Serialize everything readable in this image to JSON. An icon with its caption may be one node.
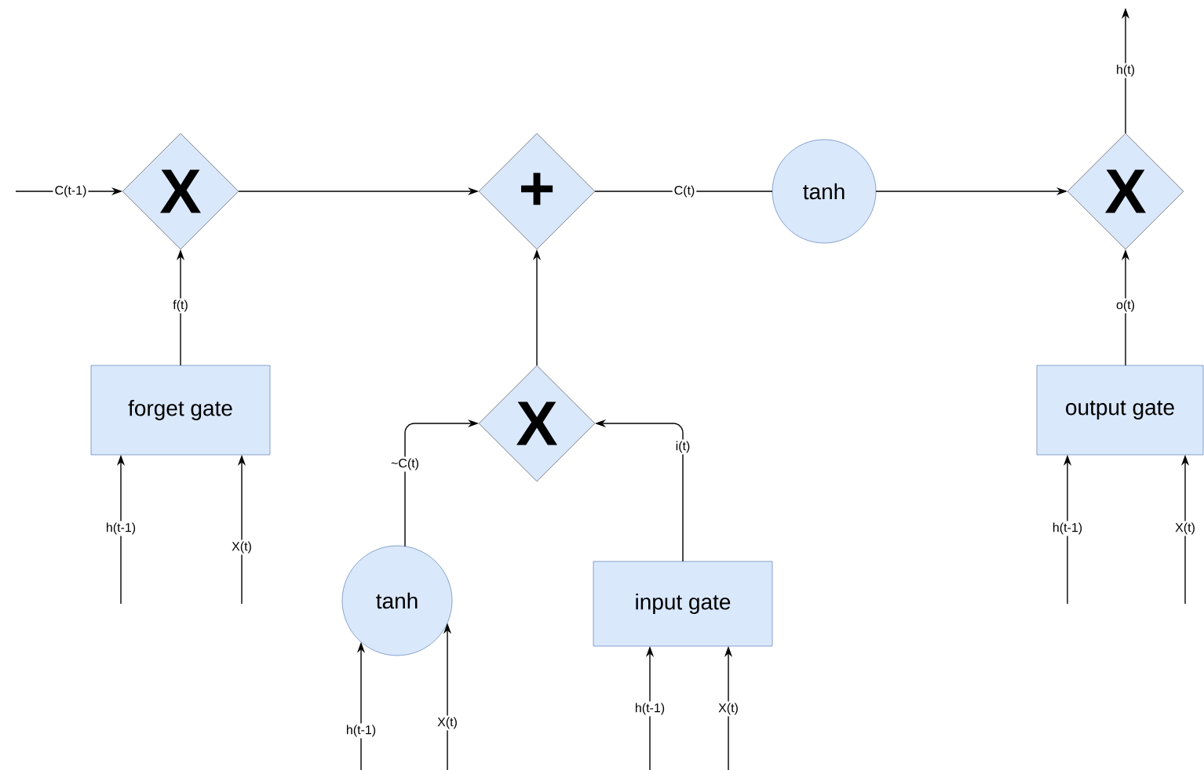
{
  "diagram": {
    "nodes": [
      {
        "text": [
          "X"
        ]
      },
      {
        "text": [
          "+"
        ]
      },
      {
        "text": [
          "tanh"
        ]
      },
      {
        "text": [
          "X"
        ]
      },
      {
        "text": [
          "forget gate"
        ]
      },
      {
        "text": [
          "X"
        ]
      },
      {
        "text": [
          "tanh"
        ]
      },
      {
        "text": [
          "input gate"
        ]
      },
      {
        "text": [
          "output gate"
        ]
      }
    ],
    "edges": [
      {
        "from": null,
        "to": 0,
        "arrow": "to",
        "label": "C(t-1)"
      },
      {
        "from": 4,
        "to": 0,
        "arrow": "to",
        "label": "f(t)"
      },
      {
        "from": 0,
        "to": 1,
        "arrow": "to"
      },
      {
        "from": 5,
        "to": 1,
        "arrow": "to"
      },
      {
        "from": 1,
        "to": 2,
        "arrow": "none",
        "label": "C(t)"
      },
      {
        "from": 2,
        "to": 3,
        "arrow": "to"
      },
      {
        "from": 8,
        "to": 3,
        "arrow": "to",
        "label": "o(t)"
      },
      {
        "from": 3,
        "to": null,
        "arrow": "to",
        "label": "h(t)"
      },
      {
        "from": null,
        "to": 4,
        "arrow": "to",
        "label": "h(t-1)"
      },
      {
        "from": null,
        "to": 4,
        "arrow": "to",
        "label": "X(t)"
      },
      {
        "from": 6,
        "to": 5,
        "arrow": "to",
        "label": "~C(t)"
      },
      {
        "from": 7,
        "to": 5,
        "arrow": "to",
        "label": "i(t)"
      },
      {
        "from": null,
        "to": 6,
        "arrow": "to",
        "label": "h(t-1)"
      },
      {
        "from": null,
        "to": 6,
        "arrow": "to",
        "label": "X(t)"
      },
      {
        "from": null,
        "to": 7,
        "arrow": "to",
        "label": "h(t-1)"
      },
      {
        "from": null,
        "to": 7,
        "arrow": "to",
        "label": "X(t)"
      },
      {
        "from": null,
        "to": 8,
        "arrow": "to",
        "label": "h(t-1)"
      },
      {
        "from": null,
        "to": 8,
        "arrow": "to",
        "label": "X(t)"
      }
    ]
  }
}
